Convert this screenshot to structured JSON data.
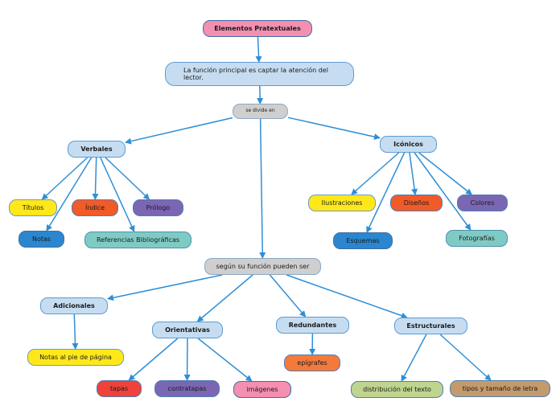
{
  "nodes": {
    "root": "Elementos Pratextuales",
    "purpose": "La función principal es captar la atención del lector.",
    "divide": "se divide en",
    "verbales": "Verbales",
    "iconicos": "Icónicos",
    "titulos": "Títulos",
    "indice": "Índice",
    "prologo": "Prólogo",
    "notas": "Notas",
    "referencias": "Referencias Bibliográficas",
    "ilustraciones": "Ilustraciones",
    "disenos": "Diseños",
    "colores": "Colores",
    "esquemas": "Esquemas",
    "fotografias": "Fotografías",
    "segun": "según su función pueden ser",
    "adicionales": "Adicionales",
    "notas_pie": "Notas al pie de página",
    "orientativas": "Orientativas",
    "tapas": "tapas",
    "contratapas": "contratapas",
    "imagenes": "imágenes",
    "redundantes": "Redundantes",
    "epigrafes": "epígrafes",
    "estructurales": "Estructurales",
    "distribucion": "distribución del texto",
    "tipos": "tipos y tamaño de letra"
  },
  "edges": [
    [
      "root",
      "purpose"
    ],
    [
      "purpose",
      "divide"
    ],
    [
      "divide",
      "verbales"
    ],
    [
      "divide",
      "iconicos"
    ],
    [
      "divide",
      "segun"
    ],
    [
      "verbales",
      "titulos"
    ],
    [
      "verbales",
      "notas"
    ],
    [
      "verbales",
      "indice"
    ],
    [
      "verbales",
      "referencias"
    ],
    [
      "verbales",
      "prologo"
    ],
    [
      "iconicos",
      "ilustraciones"
    ],
    [
      "iconicos",
      "esquemas"
    ],
    [
      "iconicos",
      "disenos"
    ],
    [
      "iconicos",
      "fotografias"
    ],
    [
      "iconicos",
      "colores"
    ],
    [
      "segun",
      "adicionales"
    ],
    [
      "segun",
      "orientativas"
    ],
    [
      "segun",
      "redundantes"
    ],
    [
      "segun",
      "estructurales"
    ],
    [
      "adicionales",
      "notas_pie"
    ],
    [
      "orientativas",
      "tapas"
    ],
    [
      "orientativas",
      "contratapas"
    ],
    [
      "orientativas",
      "imagenes"
    ],
    [
      "redundantes",
      "epigrafes"
    ],
    [
      "estructurales",
      "distribucion"
    ],
    [
      "estructurales",
      "tipos"
    ]
  ],
  "colors": {
    "edge": "#2e8fd6",
    "pink": "#f48fb1",
    "light_blue": "#c6ddf1",
    "gray": "#cfcfcf",
    "yellow": "#ffe81a",
    "orange": "#f15a29",
    "purple": "#7b66b3",
    "blue": "#2b86cf",
    "teal": "#7fcbc4",
    "red": "#f0413a",
    "olive": "#bfd48f",
    "tan": "#c49a6c"
  }
}
